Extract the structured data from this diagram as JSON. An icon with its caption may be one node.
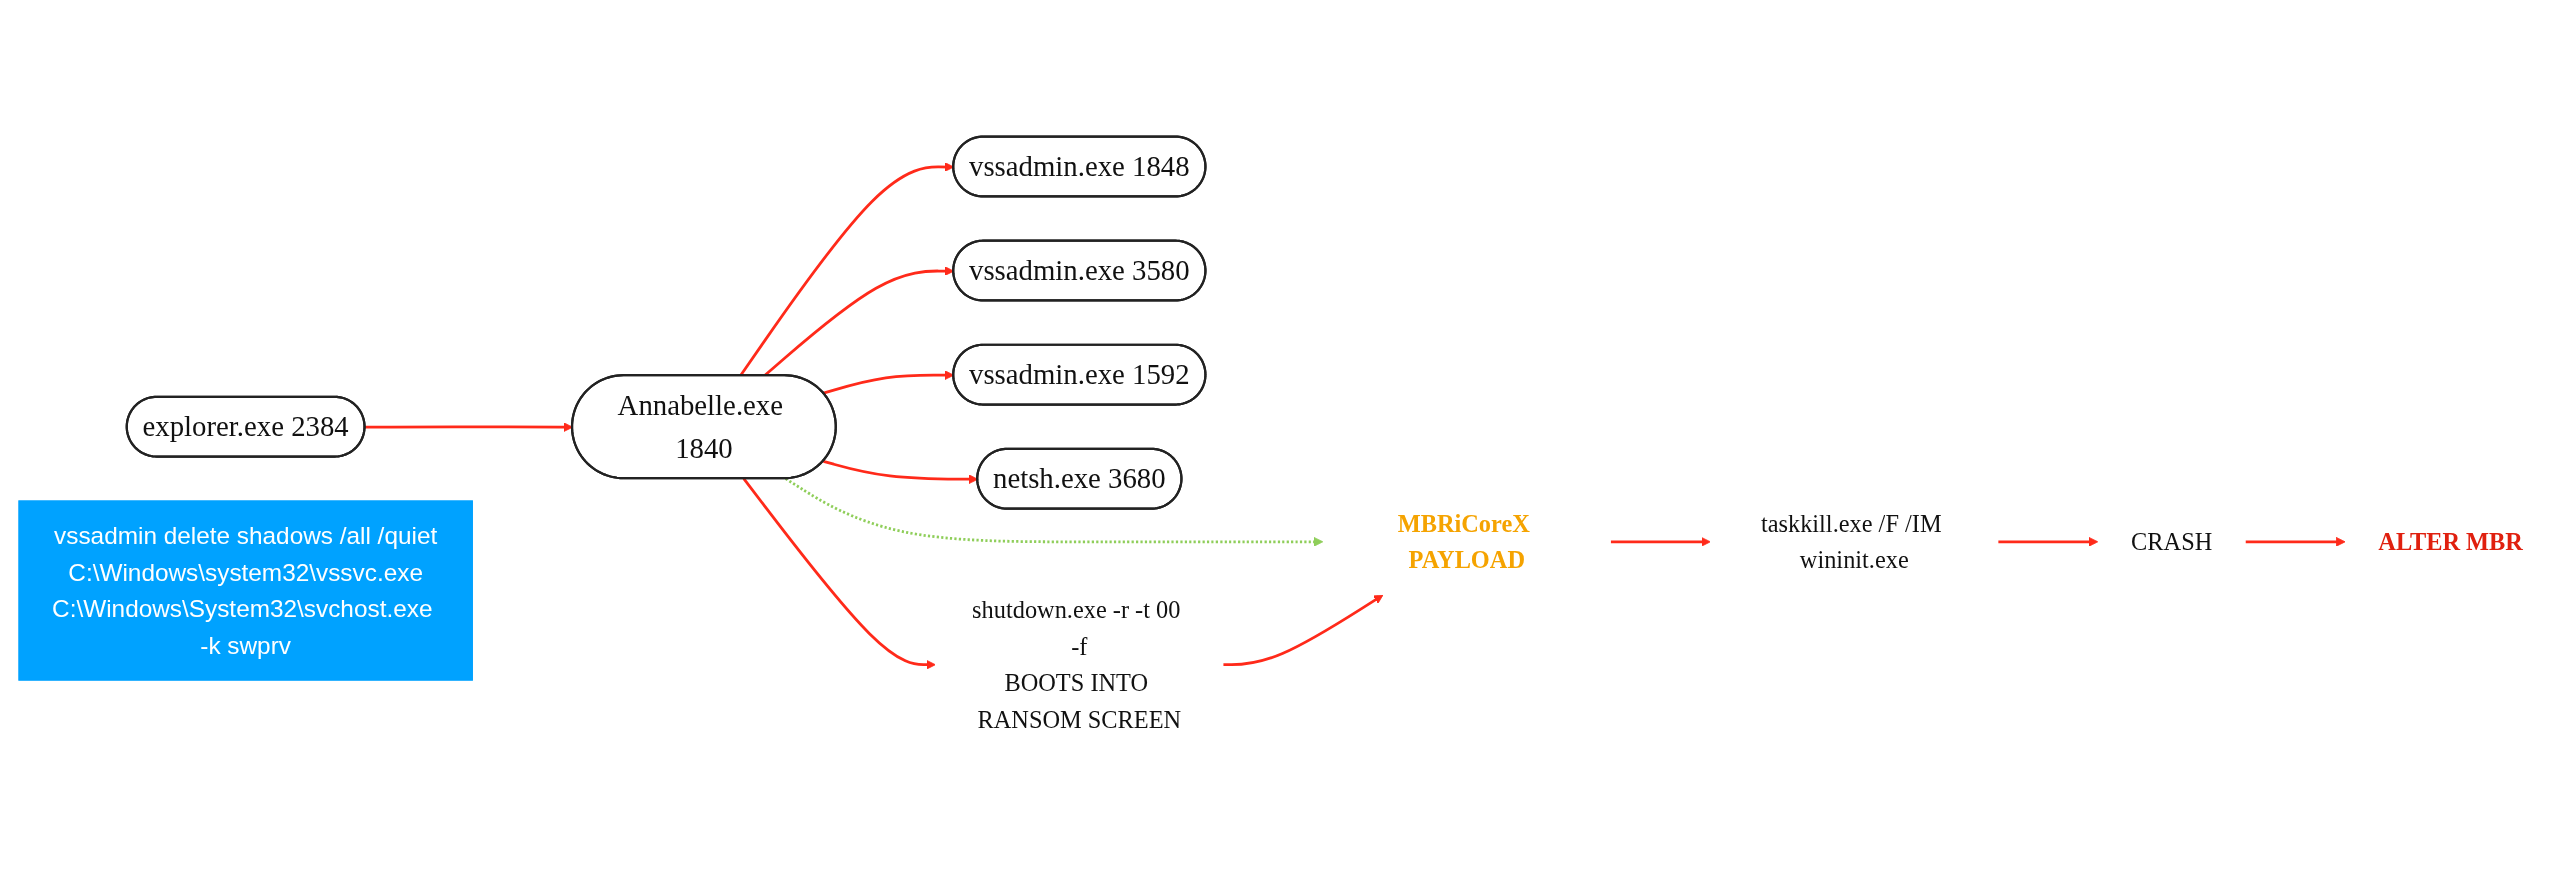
{
  "diagram": {
    "nodes": [
      {
        "text": [
          "explorer.exe 2384"
        ]
      },
      {
        "text": [
          "Annabelle.exe 1840"
        ]
      },
      {
        "text": [
          "vssadmin.exe 1848"
        ]
      },
      {
        "text": [
          "vssadmin.exe 3580"
        ]
      },
      {
        "text": [
          "vssadmin.exe 1592"
        ]
      },
      {
        "text": [
          "netsh.exe 3680"
        ]
      },
      {
        "text": [
          "shutdown.exe -r -t 00 -f",
          "BOOTS INTO RANSOM SCREEN"
        ]
      },
      {
        "text": [
          "MBRiCoreX PAYLOAD"
        ]
      },
      {
        "text": [
          "taskkill.exe /F /IM wininit.exe"
        ]
      },
      {
        "text": [
          "CRASH"
        ]
      },
      {
        "text": [
          "ALTER MBR"
        ]
      },
      {
        "text": [
          "vssadmin delete shadows /all /quiet",
          "C:\\Windows\\system32\\vssvc.exe",
          "C:\\Windows\\System32\\svchost.exe -k swprv"
        ]
      }
    ],
    "edges": [
      {
        "from": 0,
        "to": 1,
        "arrow": "to"
      },
      {
        "from": 1,
        "to": 7,
        "arrow": "to",
        "style": "dashed",
        "color": "#8fce5a"
      },
      {
        "from": 1,
        "to": 2,
        "arrow": "to"
      },
      {
        "from": 1,
        "to": 3,
        "arrow": "to"
      },
      {
        "from": 1,
        "to": 4,
        "arrow": "to"
      },
      {
        "from": 1,
        "to": 5,
        "arrow": "to"
      },
      {
        "from": 1,
        "to": 6,
        "arrow": "to"
      },
      {
        "from": 6,
        "to": 7,
        "arrow": "to"
      },
      {
        "from": 7,
        "to": 8,
        "arrow": "to"
      },
      {
        "from": 8,
        "to": 9,
        "arrow": "to"
      },
      {
        "from": 9,
        "to": 10,
        "arrow": "to"
      }
    ]
  }
}
